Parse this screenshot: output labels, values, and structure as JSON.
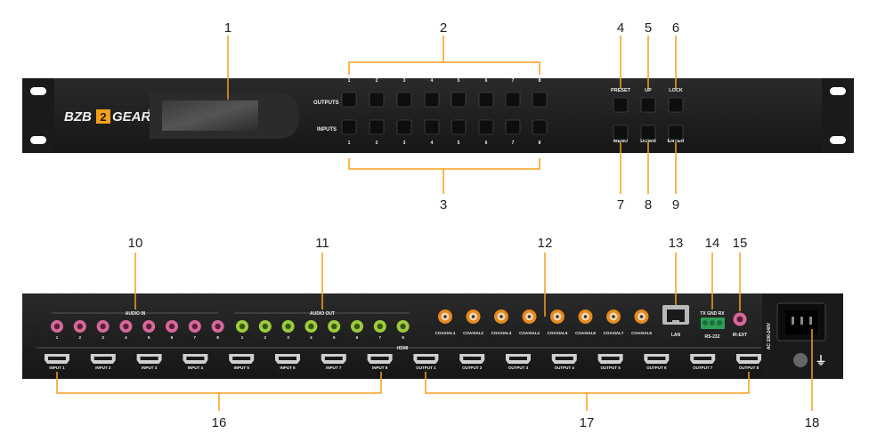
{
  "brand": {
    "prefix": "BZB",
    "suffix": "GEAR",
    "mark": "®"
  },
  "callouts": [
    "1",
    "2",
    "3",
    "4",
    "5",
    "6",
    "7",
    "8",
    "9",
    "10",
    "11",
    "12",
    "13",
    "14",
    "15",
    "16",
    "17",
    "18"
  ],
  "front": {
    "outputs_label": "OUTPUTS",
    "inputs_label": "INPUTS",
    "numbers": [
      "1",
      "2",
      "3",
      "4",
      "5",
      "6",
      "7",
      "8"
    ],
    "buttons": [
      {
        "label": "PRESET"
      },
      {
        "label": "UP"
      },
      {
        "label": "LOCK"
      },
      {
        "label": "MENU"
      },
      {
        "label": "DOWN"
      },
      {
        "label": "ENTER"
      }
    ]
  },
  "rear": {
    "audio_in_label": "AUDIO IN",
    "audio_out_label": "AUDIO OUT",
    "jack_numbers": [
      "1",
      "2",
      "3",
      "4",
      "5",
      "6",
      "7",
      "8"
    ],
    "coaxial": [
      "COAXIAL1",
      "COAXIAL2",
      "COAXIAL3",
      "COAXIAL4",
      "COAXIAL5",
      "COAXIAL6",
      "COAXIAL7",
      "COAXIAL8"
    ],
    "lan_label": "LAN",
    "rs232_top": "TX GND RX",
    "rs232_label": "RS-232",
    "irext_label": "IR-EXT",
    "hdmi_label": "HDMI",
    "hdmi_inputs": [
      "INPUT 1",
      "INPUT 2",
      "INPUT 3",
      "INPUT 4",
      "INPUT 5",
      "INPUT 6",
      "INPUT 7",
      "INPUT 8"
    ],
    "hdmi_outputs": [
      "OUTPUT 1",
      "OUTPUT 2",
      "OUTPUT 3",
      "OUTPUT 4",
      "OUTPUT 5",
      "OUTPUT 6",
      "OUTPUT 7",
      "OUTPUT 8"
    ],
    "power_label": "AC 100-240V",
    "ground_symbol": "⏚"
  },
  "colors": {
    "accent": "#f5a01a",
    "chassis": "#1e1e1e",
    "audio_in": "#d7689a",
    "audio_out": "#9ccc3c",
    "coax": "#e6891e",
    "terminal": "#2e9e57"
  }
}
